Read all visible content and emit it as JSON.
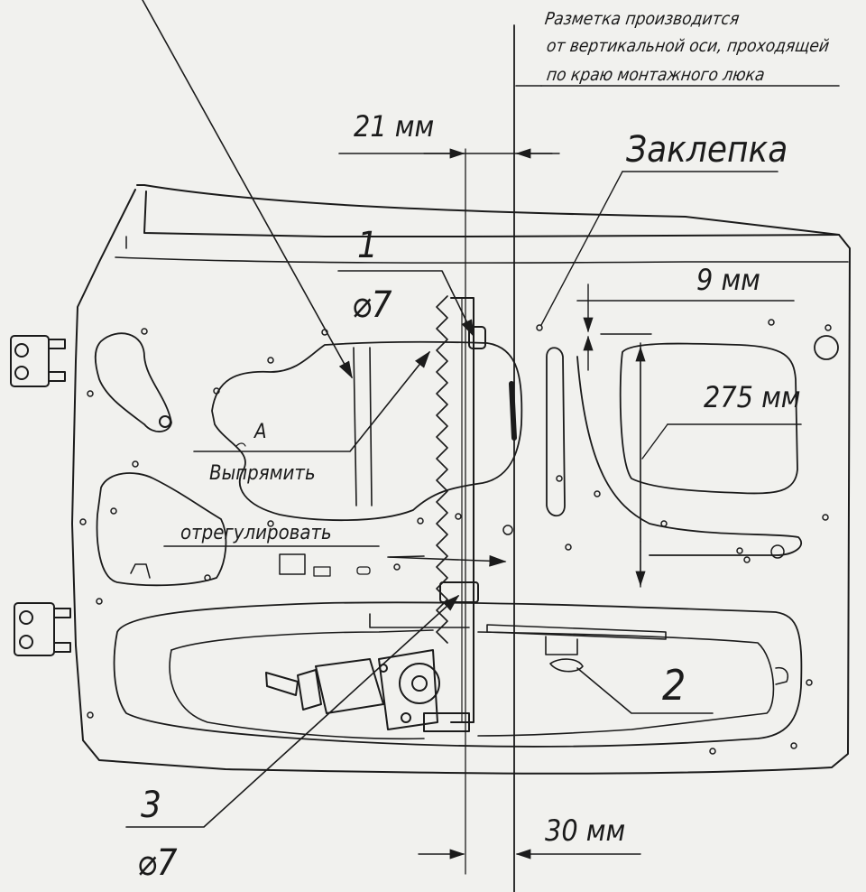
{
  "note": {
    "line1": "Разметка производится",
    "line2": "от вертикальной оси, проходящей",
    "line3": "по краю монтажного люка"
  },
  "labels": {
    "dim_21": "21 мм",
    "rivet": "Заклепка",
    "callout_1": "1",
    "dia_1": "⌀7",
    "dim_9": "9 мм",
    "dim_275": "275 мм",
    "view_a": "А",
    "straighten": "Выпрямить",
    "adjust": "отрегулировать",
    "callout_2": "2",
    "callout_3": "3",
    "dia_3": "⌀7",
    "dim_30": "30 мм"
  },
  "colors": {
    "line": "#1b1b1b",
    "paper": "#f1f1ee"
  }
}
